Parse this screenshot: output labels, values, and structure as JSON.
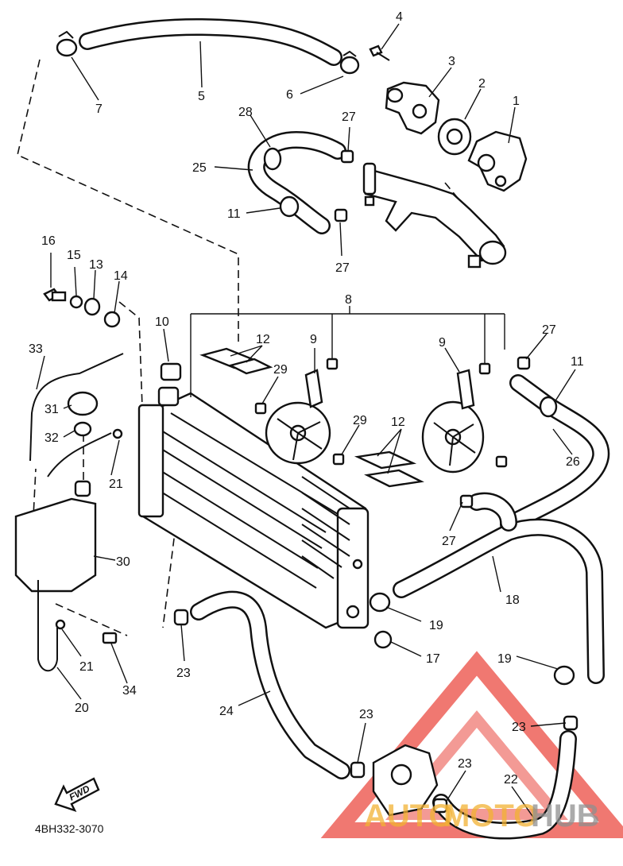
{
  "callouts": [
    {
      "id": "c1",
      "text": "1"
    },
    {
      "id": "c2",
      "text": "2"
    },
    {
      "id": "c3",
      "text": "3"
    },
    {
      "id": "c4",
      "text": "4"
    },
    {
      "id": "c5",
      "text": "5"
    },
    {
      "id": "c6",
      "text": "6"
    },
    {
      "id": "c7",
      "text": "7"
    },
    {
      "id": "c8",
      "text": "8"
    },
    {
      "id": "c9a",
      "text": "9"
    },
    {
      "id": "c9b",
      "text": "9"
    },
    {
      "id": "c10",
      "text": "10"
    },
    {
      "id": "c11a",
      "text": "11"
    },
    {
      "id": "c11b",
      "text": "11"
    },
    {
      "id": "c12a",
      "text": "12"
    },
    {
      "id": "c12b",
      "text": "12"
    },
    {
      "id": "c13",
      "text": "13"
    },
    {
      "id": "c14",
      "text": "14"
    },
    {
      "id": "c15",
      "text": "15"
    },
    {
      "id": "c16",
      "text": "16"
    },
    {
      "id": "c17",
      "text": "17"
    },
    {
      "id": "c18",
      "text": "18"
    },
    {
      "id": "c19a",
      "text": "19"
    },
    {
      "id": "c19b",
      "text": "19"
    },
    {
      "id": "c20",
      "text": "20"
    },
    {
      "id": "c21a",
      "text": "21"
    },
    {
      "id": "c21b",
      "text": "21"
    },
    {
      "id": "c22",
      "text": "22"
    },
    {
      "id": "c23a",
      "text": "23"
    },
    {
      "id": "c23b",
      "text": "23"
    },
    {
      "id": "c23c",
      "text": "23"
    },
    {
      "id": "c23d",
      "text": "23"
    },
    {
      "id": "c24",
      "text": "24"
    },
    {
      "id": "c25",
      "text": "25"
    },
    {
      "id": "c26",
      "text": "26"
    },
    {
      "id": "c27a",
      "text": "27"
    },
    {
      "id": "c27b",
      "text": "27"
    },
    {
      "id": "c27c",
      "text": "27"
    },
    {
      "id": "c27d",
      "text": "27"
    },
    {
      "id": "c28",
      "text": "28"
    },
    {
      "id": "c29a",
      "text": "29"
    },
    {
      "id": "c29b",
      "text": "29"
    },
    {
      "id": "c30",
      "text": "30"
    },
    {
      "id": "c31",
      "text": "31"
    },
    {
      "id": "c32",
      "text": "32"
    },
    {
      "id": "c33",
      "text": "33"
    },
    {
      "id": "c34",
      "text": "34"
    }
  ],
  "diagram_code": "4BH332-3070",
  "front_arrow_label": "FWD",
  "watermark": {
    "text_a": "AUTO",
    "text_b": "MOTO",
    "text_c": "HUB",
    "color": "#e8382e",
    "accent": "#f2b233"
  },
  "line_color": "#111111"
}
